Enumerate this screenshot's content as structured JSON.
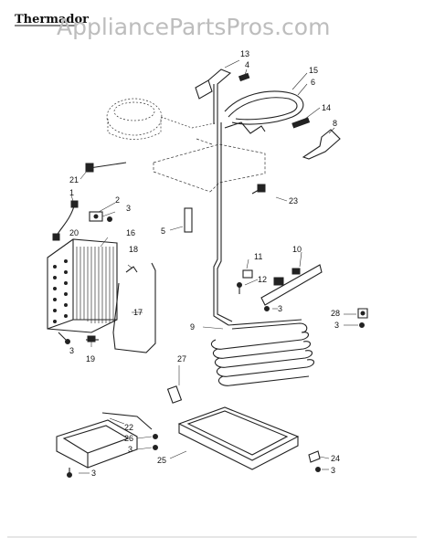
{
  "header": {
    "brand": "Thermador",
    "watermark": "AppliancePartsPros.com"
  },
  "callouts": {
    "c13": "13",
    "c4": "4",
    "c15": "15",
    "c6": "6",
    "c14": "14",
    "c8": "8",
    "c21": "21",
    "c1": "1",
    "c2": "2",
    "c3a": "3",
    "c20": "20",
    "c16": "16",
    "c18": "18",
    "c5": "5",
    "c23": "23",
    "c11": "11",
    "c10": "10",
    "c12": "12",
    "c3b": "3",
    "c17": "17",
    "c9": "9",
    "c28": "28",
    "c3c": "3",
    "c3d": "3",
    "c19": "19",
    "c27": "27",
    "c22": "22",
    "c26": "26",
    "c3e": "3",
    "c25": "25",
    "c3f": "3",
    "c24": "24",
    "c3g": "3"
  }
}
